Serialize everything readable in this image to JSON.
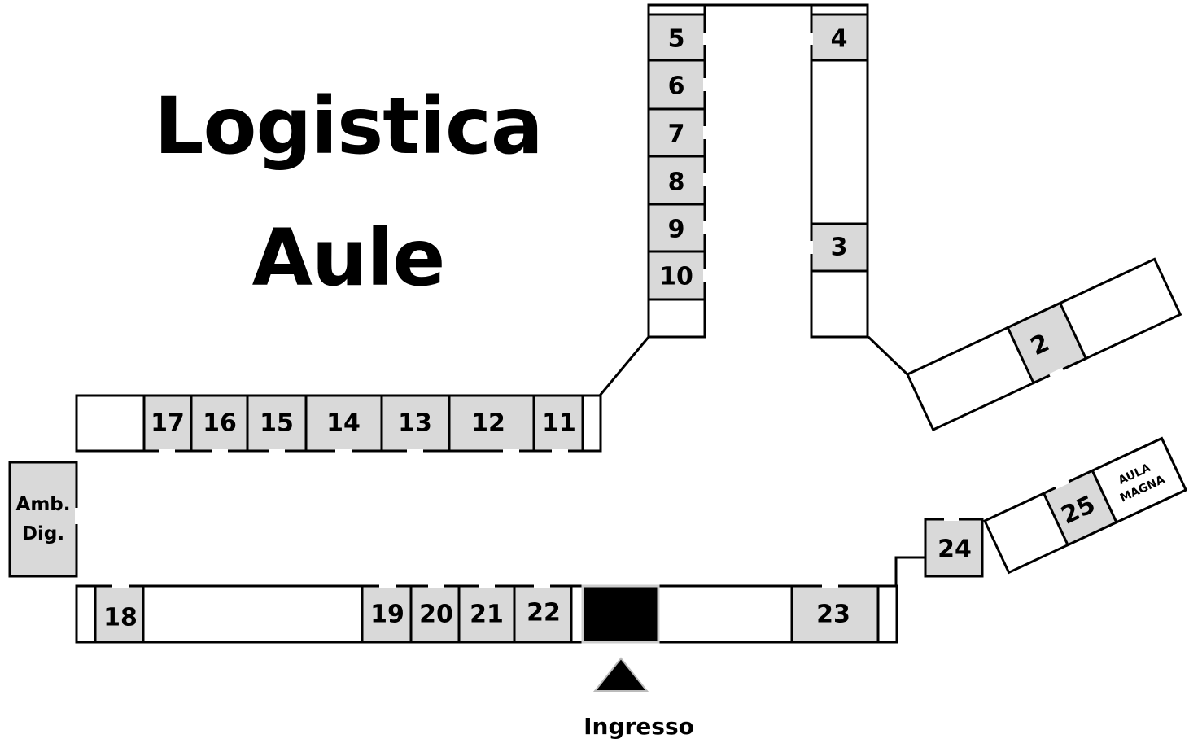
{
  "title": {
    "line1": "Logistica",
    "line2": "Aule"
  },
  "entrance_label": "Ingresso",
  "rooms": {
    "r2": "2",
    "r3": "3",
    "r4": "4",
    "r5": "5",
    "r6": "6",
    "r7": "7",
    "r8": "8",
    "r9": "9",
    "r10": "10",
    "r11": "11",
    "r12": "12",
    "r13": "13",
    "r14": "14",
    "r15": "15",
    "r16": "16",
    "r17": "17",
    "r18": "18",
    "r19": "19",
    "r20": "20",
    "r21": "21",
    "r22": "22",
    "r23": "23",
    "r24": "24",
    "r25": "25",
    "amb_line1": "Amb.",
    "amb_line2": "Dig.",
    "aula_line1": "AULA",
    "aula_line2": "MAGNA"
  },
  "colors": {
    "room_fill": "#d9d9d9",
    "wall": "#000000",
    "entrance": "#000000"
  }
}
